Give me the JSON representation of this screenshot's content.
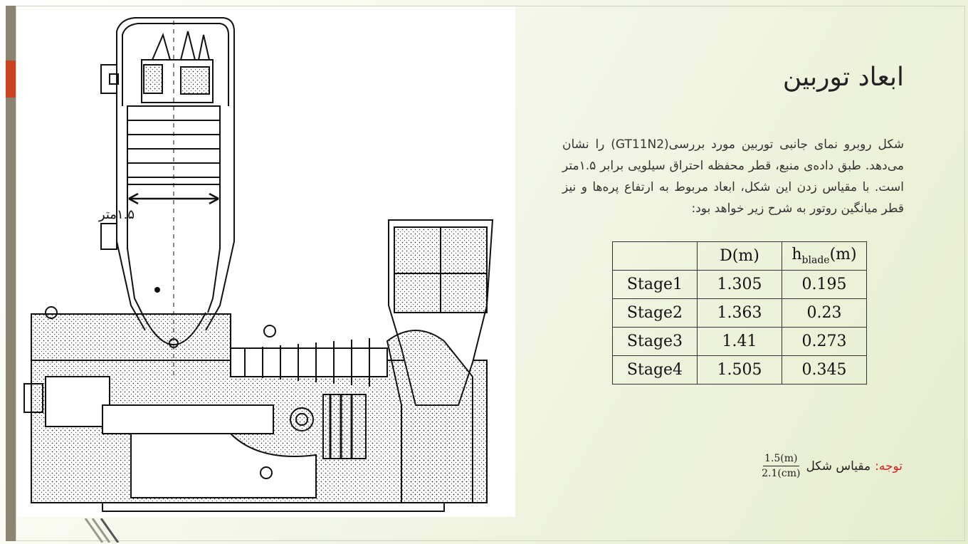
{
  "slide": {
    "title": "ابعاد توربین",
    "body": "شکل روبرو نمای جانبی توربین مورد بررسی(GT11N2) را نشان می‌دهد. طبق داده‌ی منبع، قطر محفظه احتراق سیلویی برابر ۱.۵متر است. با مقیاس زدن این شکل، ابعاد مربوط به ارتفاع پره‌ها و نیز قطر میانگین روتور به شرح زیر خواهد بود:",
    "figure": {
      "dimension_label": "۱.۵متر"
    },
    "table": {
      "headers": [
        "",
        "D(m)",
        "h",
        "blade",
        "(m)"
      ],
      "rows": [
        [
          "Stage1",
          "1.305",
          "0.195"
        ],
        [
          "Stage2",
          "1.363",
          "0.23"
        ],
        [
          "Stage3",
          "1.41",
          "0.273"
        ],
        [
          "Stage4",
          "1.505",
          "0.345"
        ]
      ]
    },
    "note": {
      "label": "توجه:",
      "text": "مقیاس شکل",
      "numerator": "1.5(m)",
      "denominator": "2.1(cm)"
    }
  },
  "colors": {
    "accent_bar": "#8c8470",
    "red_tab": "#c8431e",
    "warning_text": "#d42020"
  }
}
